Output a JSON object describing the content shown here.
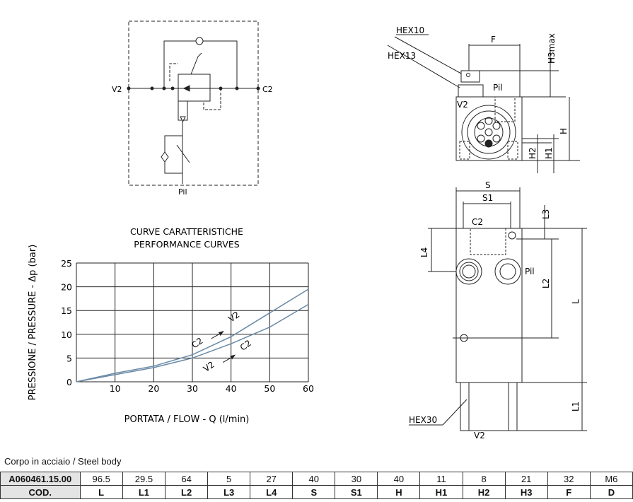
{
  "schematic": {
    "port_v2": "V2",
    "port_c2": "C2",
    "port_pil": "Pil"
  },
  "front_view": {
    "hex10": "HEX10",
    "hex13": "HEX13",
    "f": "F",
    "h3max": "H3max",
    "pil": "Pil",
    "v2": "V2",
    "h": "H",
    "h1": "H1",
    "h2": "H2"
  },
  "side_view": {
    "s": "S",
    "s1": "S1",
    "l3": "L3",
    "c2": "C2",
    "l4": "L4",
    "pil": "Pil",
    "l2": "L2",
    "l": "L",
    "l1": "L1",
    "hex30": "HEX30",
    "v2": "V2"
  },
  "chart_data": {
    "type": "line",
    "title": "CURVE CARATTERISTICHE",
    "subtitle": "PERFORMANCE CURVES",
    "xlabel": "PORTATA / FLOW - Q (l/min)",
    "ylabel": "PRESSIONE / PRESSURE - Δp (bar)",
    "xlim": [
      0,
      60
    ],
    "ylim": [
      0,
      25
    ],
    "grid": true,
    "x_ticks": [
      "10",
      "20",
      "30",
      "40",
      "50",
      "60"
    ],
    "y_ticks": [
      "0",
      "5",
      "10",
      "15",
      "20",
      "25"
    ],
    "x": [
      0,
      10,
      20,
      30,
      40,
      50,
      60
    ],
    "series": [
      {
        "name": "C2 → V2",
        "from": "C2",
        "to": "V2",
        "values": [
          0,
          1.8,
          3.3,
          5.7,
          9.5,
          14.5,
          19.5
        ]
      },
      {
        "name": "V2 → C2",
        "from": "V2",
        "to": "C2",
        "values": [
          0,
          1.5,
          3.0,
          5.0,
          8.0,
          11.5,
          16.3
        ]
      }
    ],
    "line_color": "#6a8aa6"
  },
  "table": {
    "caption": "Corpo in acciaio / Steel body",
    "code_value": "A060461.15.00",
    "code_header": "COD.",
    "values": [
      "96.5",
      "29.5",
      "64",
      "5",
      "27",
      "40",
      "30",
      "40",
      "11",
      "8",
      "21",
      "32",
      "M6"
    ],
    "headers": [
      "L",
      "L1",
      "L2",
      "L3",
      "L4",
      "S",
      "S1",
      "H",
      "H1",
      "H2",
      "H3",
      "F",
      "D"
    ]
  }
}
